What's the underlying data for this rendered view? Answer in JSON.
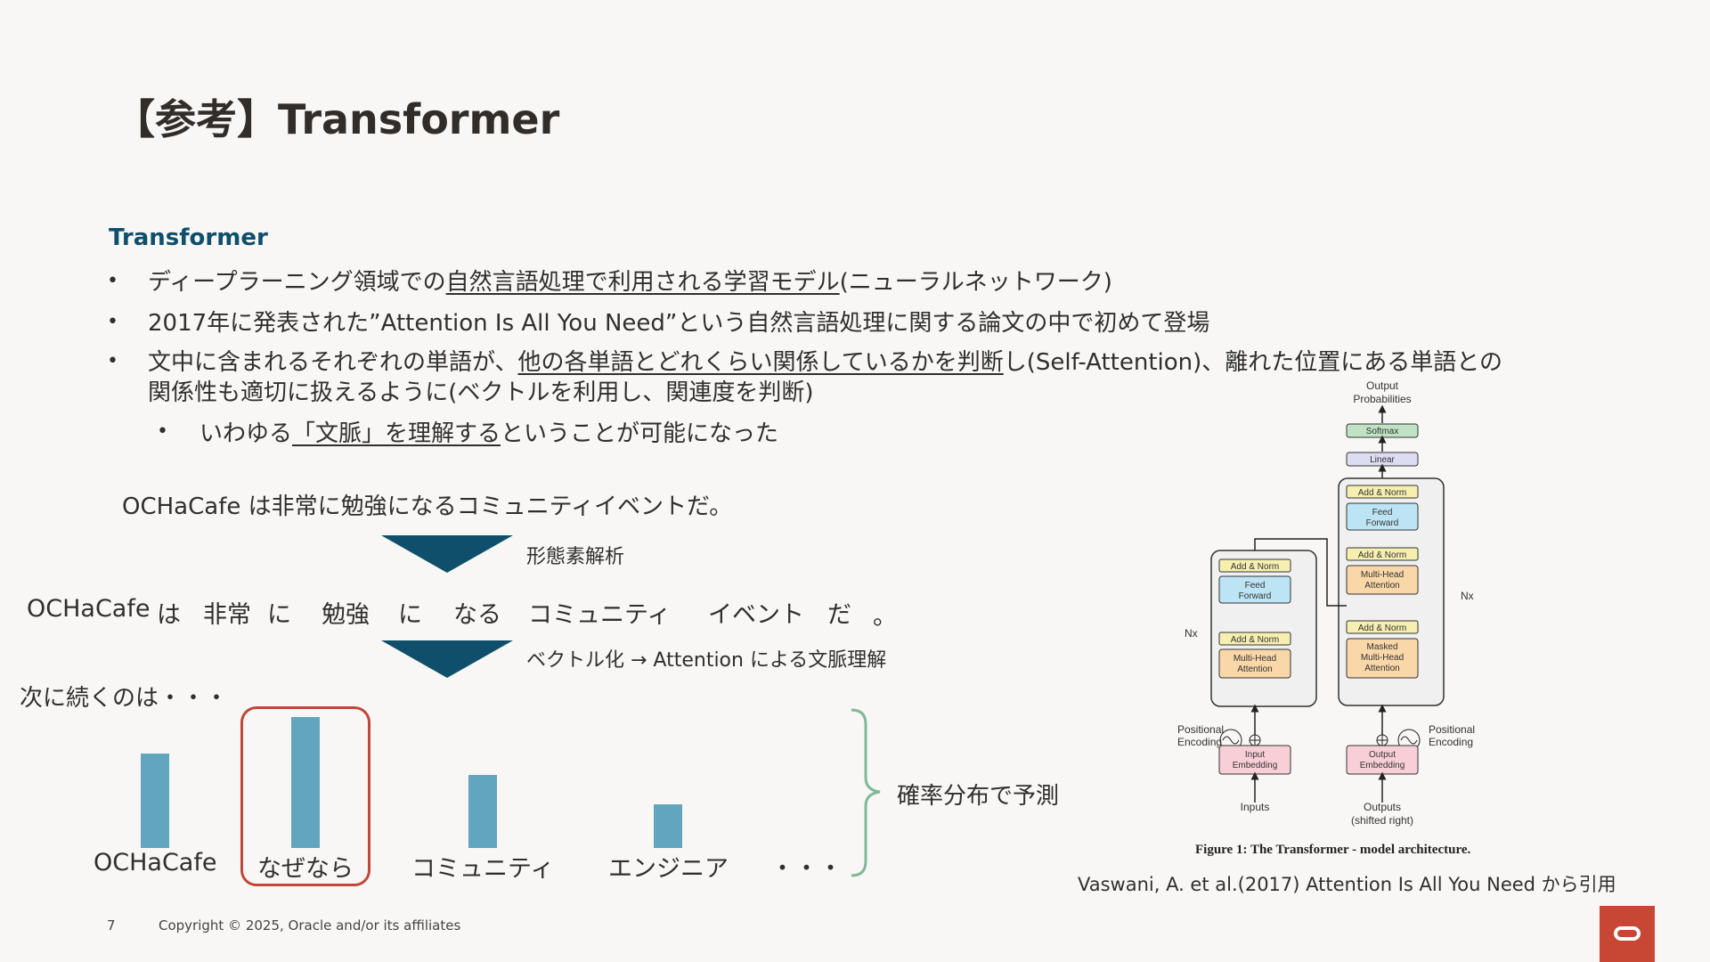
{
  "title": "【参考】Transformer",
  "subheading": "Transformer",
  "bullets": [
    {
      "pre": "ディープラーニング領域での",
      "u": "自然言語処理で利用される学習モデル",
      "post": "(ニューラルネットワーク)"
    },
    {
      "text": "2017年に発表された”Attention Is All You Need”という自然言語処理に関する論文の中で初めて登場"
    },
    {
      "pre": "文中に含まれるそれぞれの単語が、",
      "u": "他の各単語とどれくらい関係しているかを判断",
      "post": "し(Self-Attention)、離れた位置にある単語との",
      "line2": "関係性も適切に扱えるように(ベクトルを利用し、関連度を判断)"
    }
  ],
  "sub_bullet": {
    "pre": "いわゆる",
    "u": "「文脈」を理解する",
    "post": "ということが可能になった"
  },
  "example_sentence": "OCHaCafe は非常に勉強になるコミュニティイベントだ。",
  "step1_label": "形態素解析",
  "tokens": [
    "OCHaCafe",
    "は",
    "非常",
    "に",
    "勉強",
    "に",
    "なる",
    "コミュニティ",
    "イベント",
    "だ",
    "。"
  ],
  "step2_label": "ベクトル化 → Attention による文脈理解",
  "next_prompt": "次に続くのは・・・",
  "distribution": {
    "candidates": [
      {
        "label": "OCHaCafe",
        "value": 0.72
      },
      {
        "label": "なぜなら",
        "value": 1.0
      },
      {
        "label": "コミュニティ",
        "value": 0.56
      },
      {
        "label": "エンジニア",
        "value": 0.33
      },
      {
        "label": "・・・",
        "value": 0
      }
    ],
    "highlighted": "なぜなら",
    "brace_label": "確率分布で予測",
    "bar_color": "#62a5bf",
    "highlight_color": "#c0473a"
  },
  "figure": {
    "output_probabilities": "Output\nProbabilities",
    "softmax": "Softmax",
    "linear": "Linear",
    "add_norm": "Add & Norm",
    "feed_forward": "Feed\nForward",
    "multi_head_attention": "Multi-Head\nAttention",
    "masked_multi_head_attention": "Masked\nMulti-Head\nAttention",
    "nx": "Nx",
    "positional_encoding": "Positional\nEncoding",
    "input_embedding": "Input\nEmbedding",
    "output_embedding": "Output\nEmbedding",
    "inputs": "Inputs",
    "outputs": "Outputs\n(shifted right)",
    "caption": "Figure 1: The Transformer - model architecture."
  },
  "citation": "Vaswani, A. et al.(2017) Attention Is All You Need から引用",
  "footer": {
    "page": "7",
    "copyright": "Copyright © 2025, Oracle and/or its affiliates"
  },
  "colors": {
    "title": "#312d2a",
    "subheading": "#0f4f6b",
    "arrow": "#0f4f6b",
    "brace": "#7fb89a",
    "oracle_red": "#c74634"
  }
}
